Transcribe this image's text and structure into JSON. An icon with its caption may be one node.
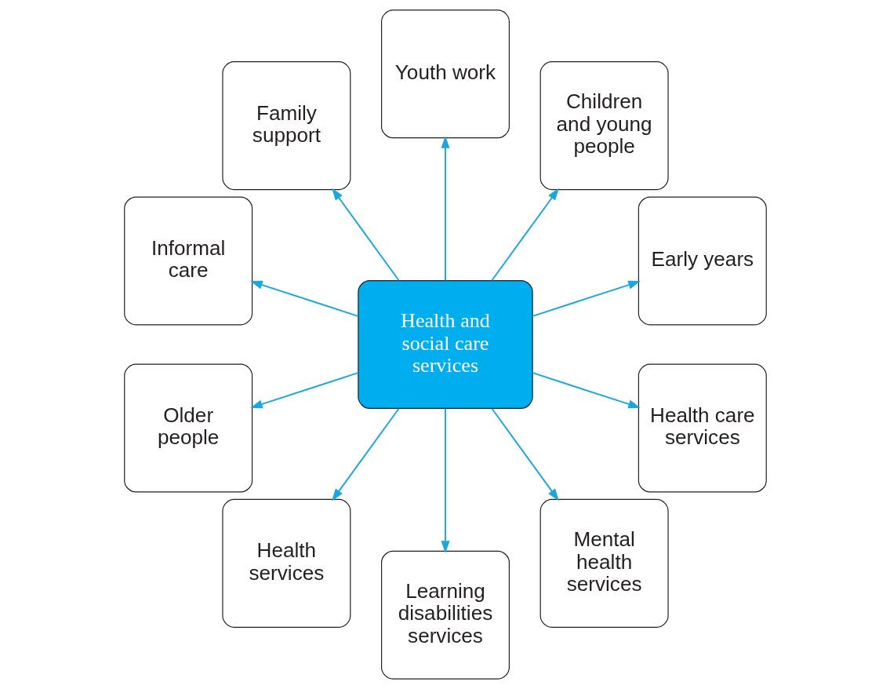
{
  "diagram": {
    "nodes": [
      {
        "text": [
          "Health and social care services"
        ]
      },
      {
        "text": [
          "Early years"
        ]
      },
      {
        "text": [
          "Children and young people"
        ]
      },
      {
        "text": [
          "Youth work"
        ]
      },
      {
        "text": [
          "Family support"
        ]
      },
      {
        "text": [
          "Informal care"
        ]
      },
      {
        "text": [
          "Older people"
        ]
      },
      {
        "text": [
          "Health services"
        ]
      },
      {
        "text": [
          "Learning disabilities services"
        ]
      },
      {
        "text": [
          "Mental health services"
        ]
      },
      {
        "text": [
          "Health care services"
        ]
      }
    ],
    "edges": [
      {
        "from": 0,
        "to": 1,
        "arrow": "to"
      },
      {
        "from": 0,
        "to": 2,
        "arrow": "to"
      },
      {
        "from": 0,
        "to": 4,
        "arrow": "to"
      },
      {
        "from": 0,
        "to": 6,
        "arrow": "to"
      },
      {
        "from": 0,
        "to": 8,
        "arrow": "to"
      },
      {
        "from": 0,
        "to": 10,
        "arrow": "to"
      },
      {
        "from": 0,
        "to": 9,
        "arrow": "to"
      },
      {
        "from": 0,
        "to": 7,
        "arrow": "to"
      },
      {
        "from": 0,
        "to": 5,
        "arrow": "to"
      },
      {
        "from": 0,
        "to": 3,
        "arrow": "to"
      }
    ]
  }
}
